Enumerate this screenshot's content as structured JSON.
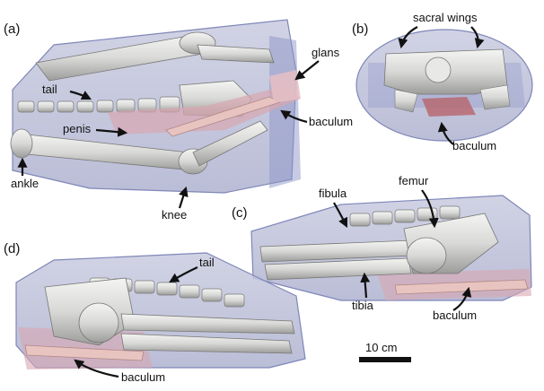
{
  "figure": {
    "panels": {
      "a": "(a)",
      "b": "(b)",
      "c": "(c)",
      "d": "(d)"
    },
    "labels": {
      "glans": "glans",
      "tail_a": "tail",
      "baculum_a": "baculum",
      "penis": "penis",
      "ankle": "ankle",
      "knee": "knee",
      "sacral_wings": "sacral wings",
      "baculum_b": "baculum",
      "fibula": "fibula",
      "femur": "femur",
      "tibia": "tibia",
      "baculum_c": "baculum",
      "tail_d": "tail",
      "baculum_d": "baculum"
    },
    "scale_bar": {
      "label": "10 cm"
    }
  }
}
